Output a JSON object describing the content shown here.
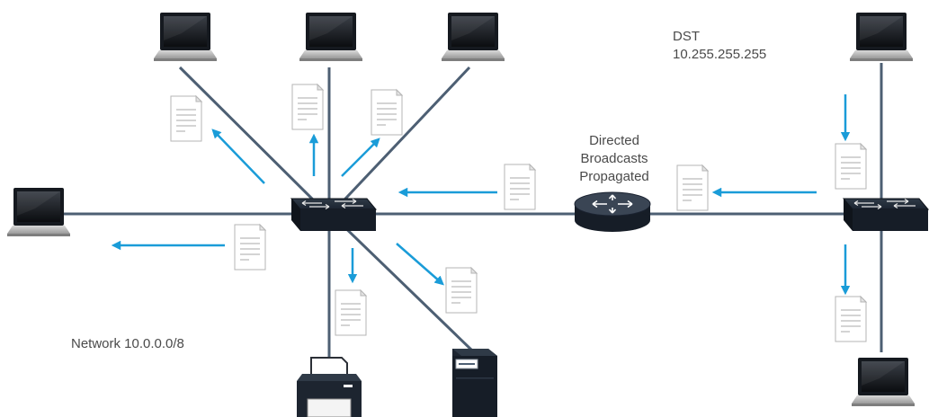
{
  "destination": {
    "label": "DST",
    "address": "10.255.255.255"
  },
  "router_label": [
    "Directed",
    "Broadcasts",
    "Propagated"
  ],
  "network_label": "Network 10.0.0.0/8",
  "colors": {
    "link": "#4d5f73",
    "arrow": "#1a9cd8",
    "device": "#1d2530",
    "page_border": "#b5b5b5",
    "page_lines": "#d4d4d4",
    "text": "#4a4a4a"
  },
  "icons": [
    "laptop-icon",
    "switch-icon",
    "router-icon",
    "printer-icon",
    "server-icon",
    "document-icon"
  ]
}
